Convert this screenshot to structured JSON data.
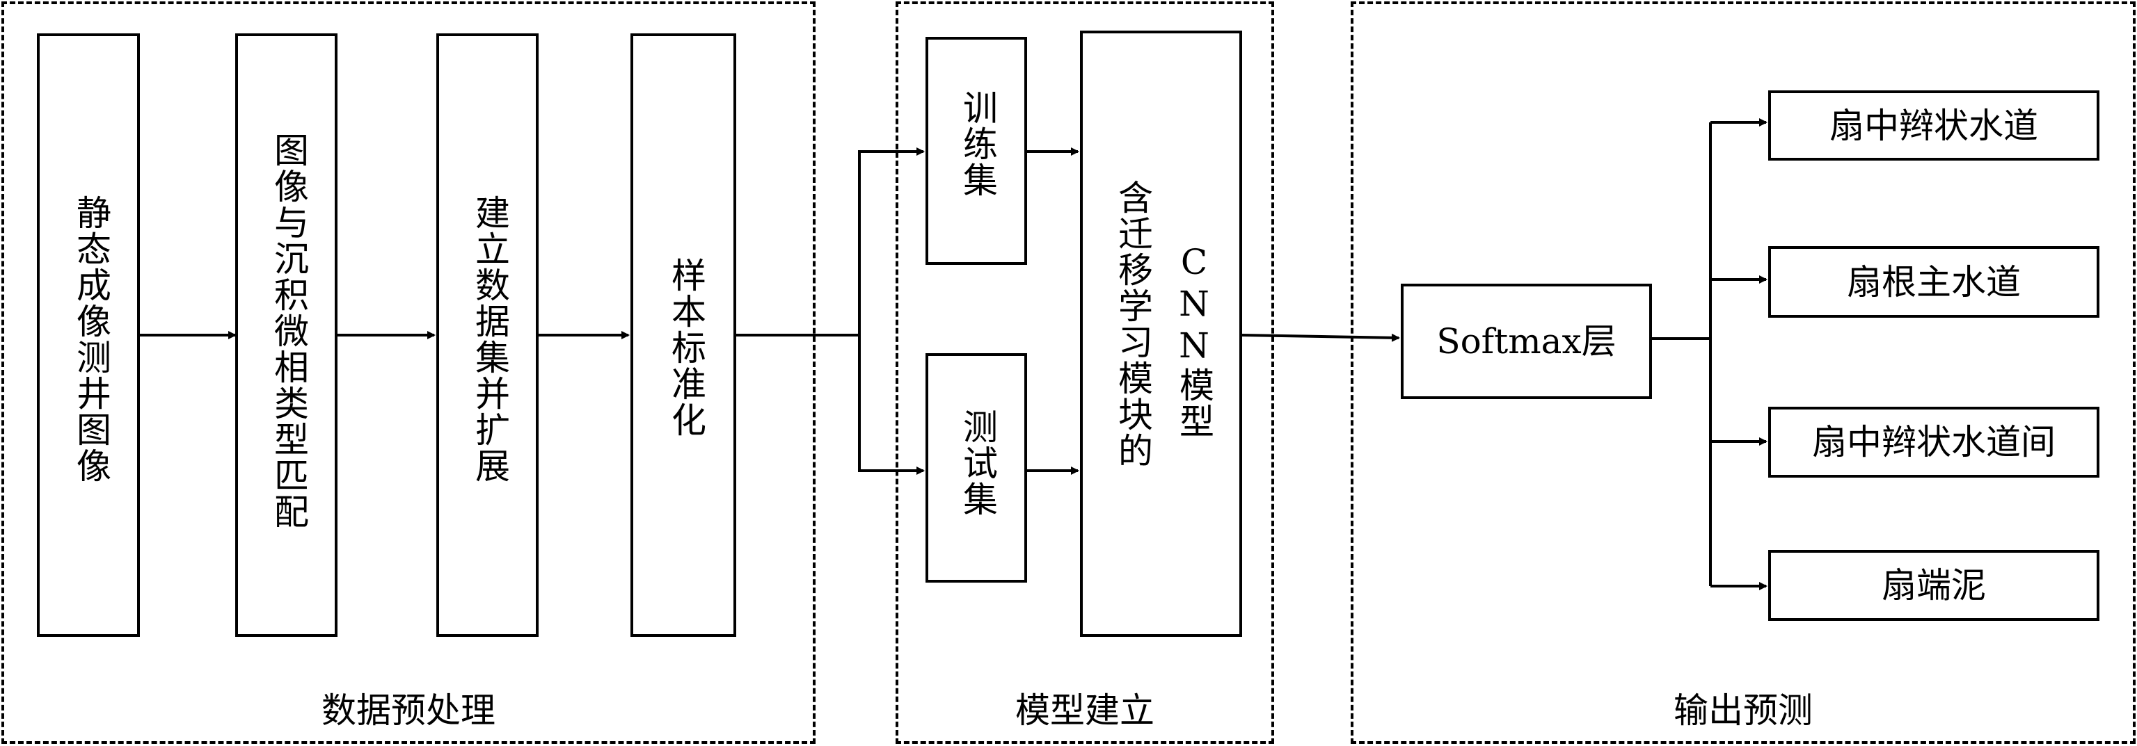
{
  "groups": {
    "preprocess": "数据预处理",
    "model_build": "模型建立",
    "output": "输出预测"
  },
  "steps": {
    "static_image": "静态成像测井图像",
    "match": "图像与沉积微相类型匹配",
    "dataset": "建立数据集并扩展",
    "normalize": "样本标准化"
  },
  "model": {
    "train": "训练集",
    "test": "测试集",
    "cnn_line1": "含迁移学习模块的",
    "cnn_line2": "CNN模型"
  },
  "softmax": "Softmax层",
  "outputs": [
    "扇中辫状水道",
    "扇根主水道",
    "扇中辫状水道间",
    "扇端泥"
  ]
}
